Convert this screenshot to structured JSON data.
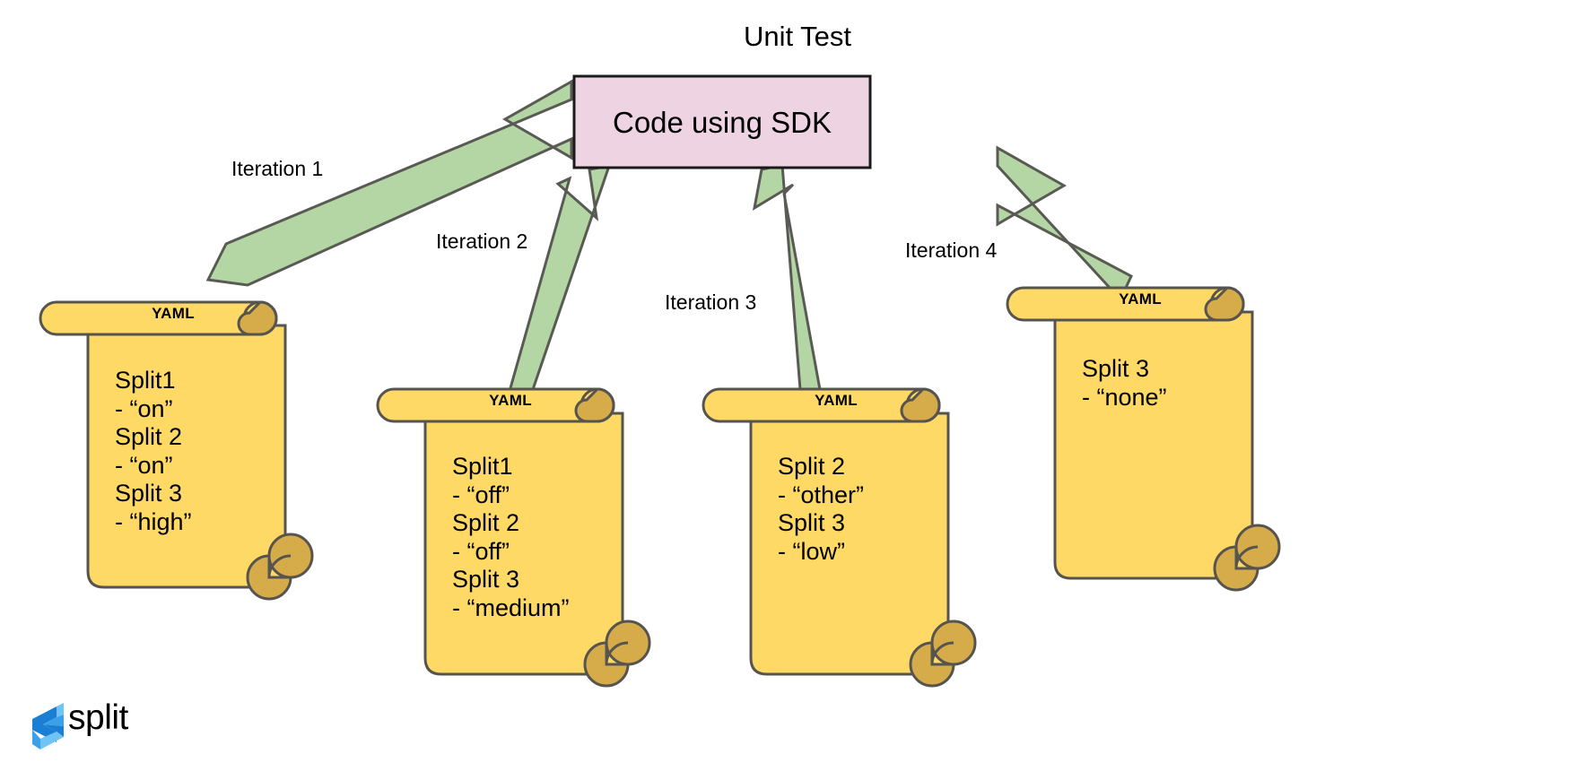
{
  "diagram": {
    "title": "Unit Test",
    "center_node": {
      "label": "Code using SDK",
      "fill": "#eed4e2",
      "stroke": "#000000"
    },
    "arrow_color": "#b4d6a4",
    "arrow_stroke": "#5a5a54",
    "doc_fill": "#ffd966",
    "doc_curl_fill": "#d6ac4b",
    "doc_stroke": "#56544e",
    "arrows": [
      {
        "label": "Iteration 1"
      },
      {
        "label": "Iteration 2"
      },
      {
        "label": "Iteration 3"
      },
      {
        "label": "Iteration 4"
      }
    ],
    "documents": [
      {
        "cap": "YAML",
        "lines": "Split1\n - “on”\nSplit 2\n- “on”\nSplit 3\n- “high”"
      },
      {
        "cap": "YAML",
        "lines": "Split1\n - “off”\nSplit 2\n- “off”\nSplit 3\n- “medium”"
      },
      {
        "cap": "YAML",
        "lines": "Split 2\n- “other”\nSplit 3\n- “low”"
      },
      {
        "cap": "YAML",
        "lines": "Split 3\n- “none”"
      }
    ],
    "logo": {
      "wordmark": "split",
      "icon": "split-logo-icon",
      "color_dark": "#1a7fd4",
      "color_mid": "#3aa0e8",
      "color_light": "#6fc3f5"
    }
  }
}
